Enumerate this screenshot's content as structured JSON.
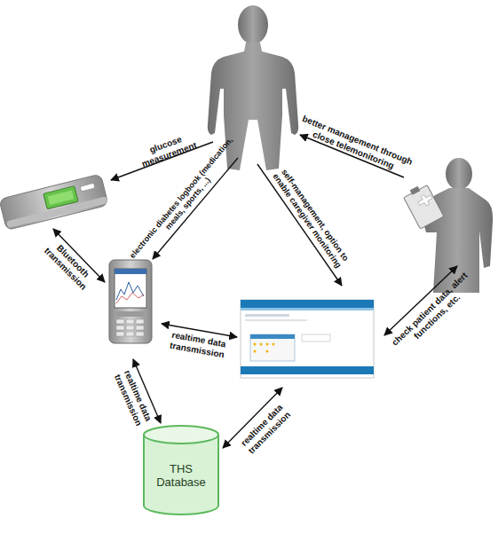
{
  "diagram": {
    "nodes": [
      {
        "text": [
          "THS Database"
        ]
      }
    ],
    "labels": [
      "glucose measurement",
      "Bluetooth transmission",
      "electronic diabetes logbook (medication, meals, sports, ...)",
      "self-management, option to enable caregiver monitoring",
      "better management through close telemonitoring",
      "check patient data, alert functions, etc.",
      "realtime data transmission",
      "realtime data transmission",
      "realtime data transmission"
    ]
  }
}
